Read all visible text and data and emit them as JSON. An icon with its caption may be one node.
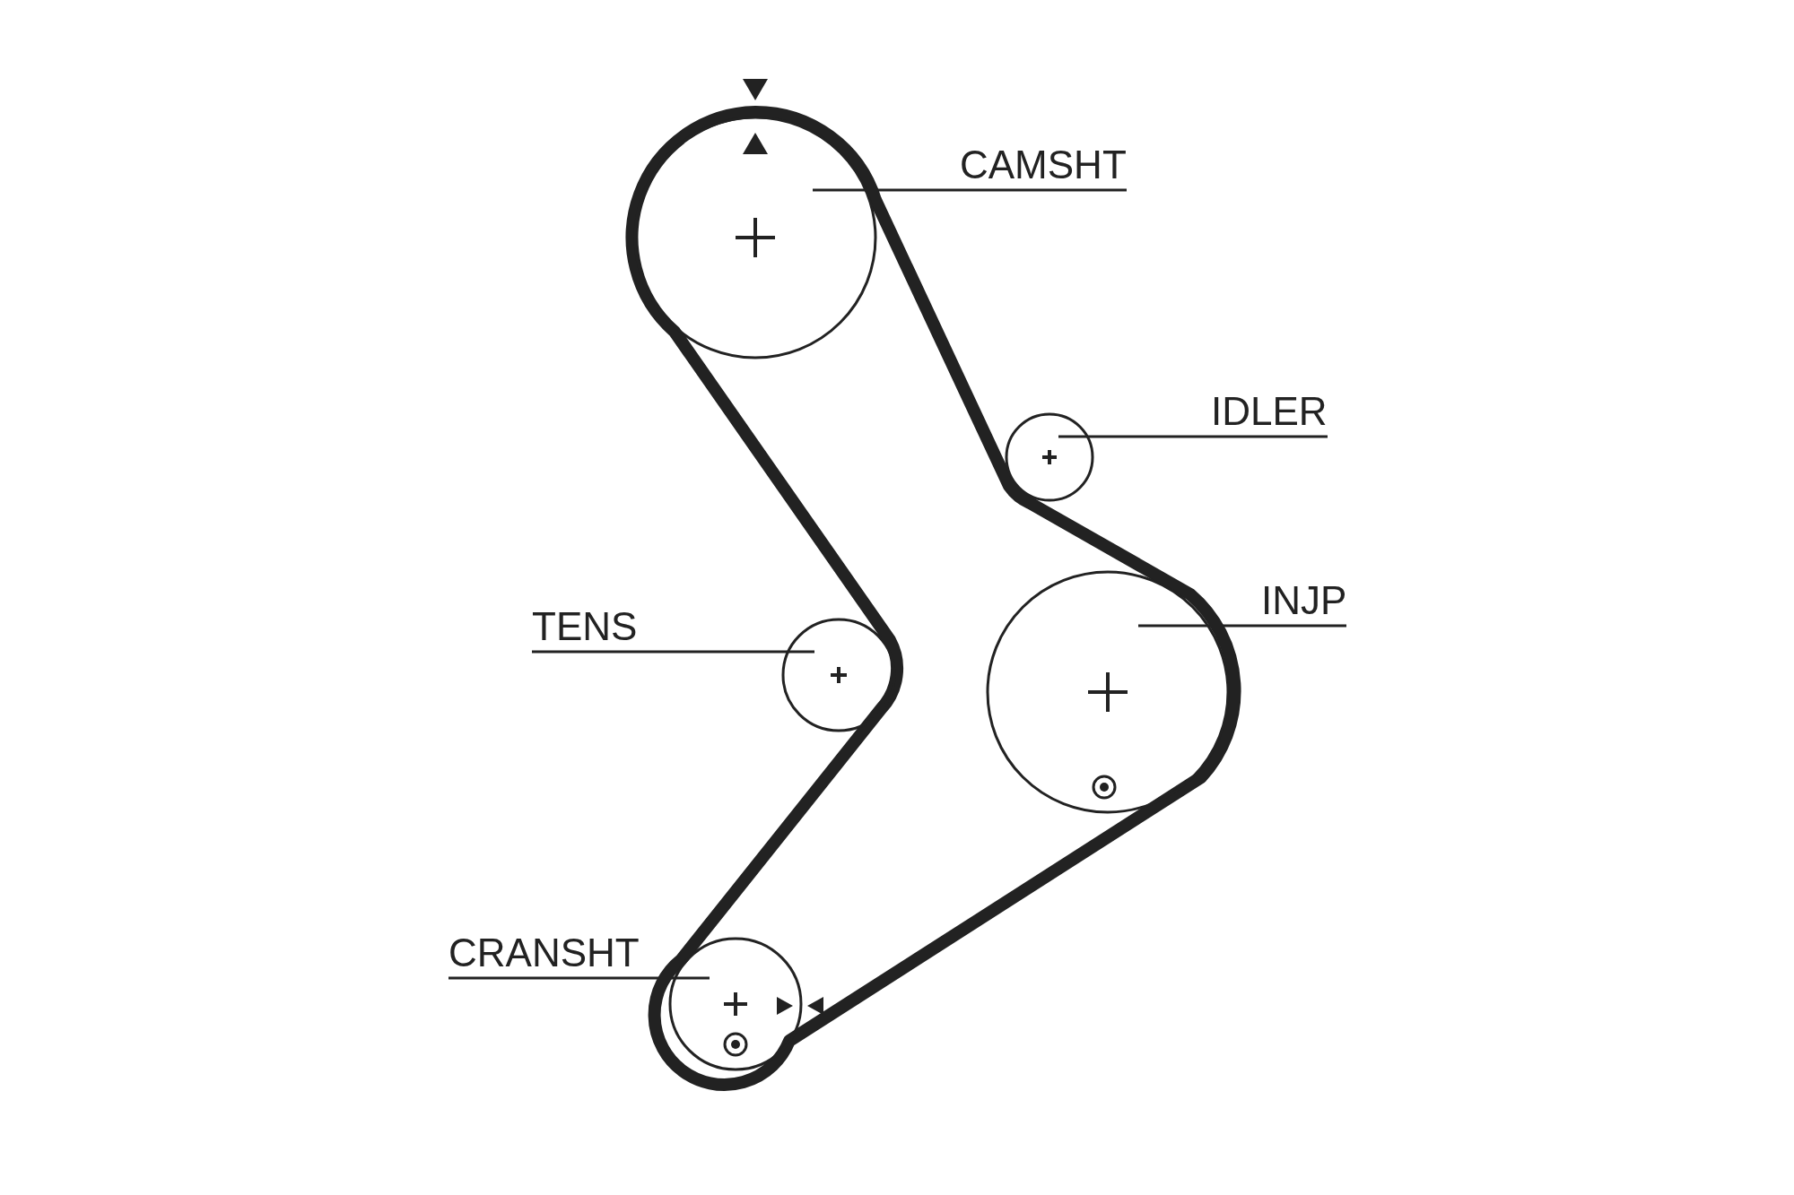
{
  "diagram": {
    "nodes": [
      {
        "text": [
          "CAMSHT"
        ]
      },
      {
        "text": [],
        "shape": "circle"
      },
      {
        "text": [
          "IDLER"
        ]
      },
      {
        "text": [],
        "shape": "circle"
      },
      {
        "text": [
          "TENS"
        ]
      },
      {
        "text": [],
        "shape": "circle"
      },
      {
        "text": [
          "INJP"
        ]
      },
      {
        "text": [],
        "shape": "circle"
      },
      {
        "text": [
          "CRANSHT"
        ]
      },
      {
        "text": [],
        "shape": "circle"
      }
    ],
    "edges": [
      {
        "from": 0,
        "to": 1,
        "arrow": "none"
      },
      {
        "from": 2,
        "to": 3,
        "arrow": "none"
      },
      {
        "from": 4,
        "to": 5,
        "arrow": "none"
      },
      {
        "from": 6,
        "to": 7,
        "arrow": "none"
      },
      {
        "from": 8,
        "to": 9,
        "arrow": "none"
      }
    ]
  }
}
